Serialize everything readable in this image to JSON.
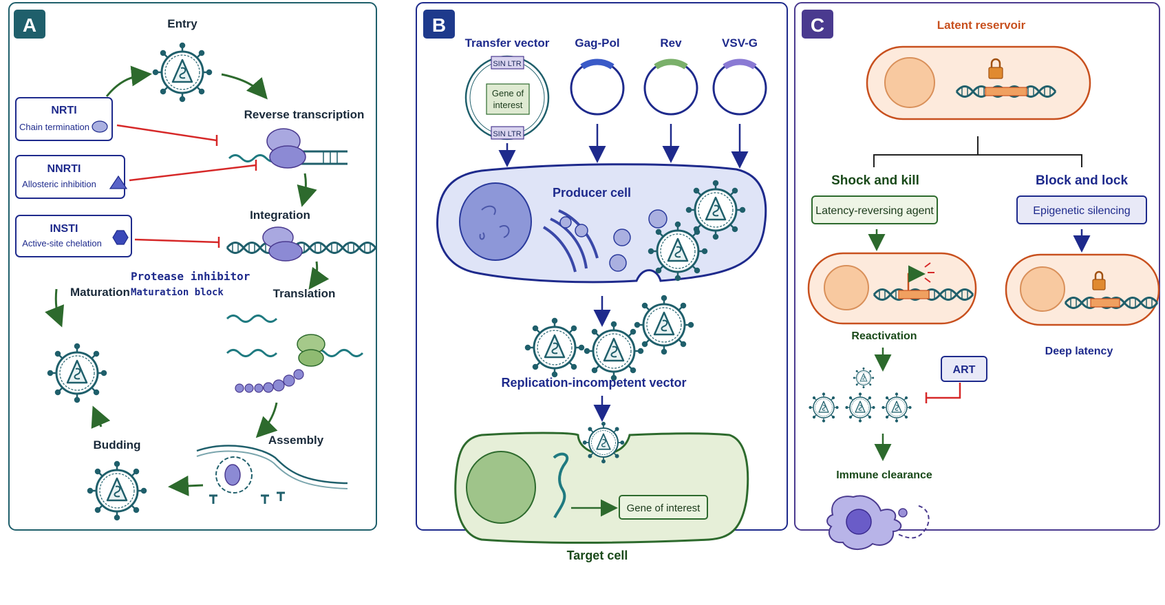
{
  "panel_a": {
    "letter": "A",
    "steps": {
      "entry": "Entry",
      "reverse_transcription": "Reverse transcription",
      "integration": "Integration",
      "translation": "Translation",
      "assembly": "Assembly",
      "budding": "Budding",
      "maturation": "Maturation"
    },
    "drugs": {
      "nrti_title": "NRTI",
      "nrti_sub": "Chain termination",
      "nnrti_title": "NNRTI",
      "nnrti_sub": "Allosteric inhibition",
      "insti_title": "INSTI",
      "insti_sub": "Active-site chelation",
      "pi_title": "Protease inhibitor",
      "pi_sub": "Maturation block"
    }
  },
  "panel_b": {
    "letter": "B",
    "plasmids": {
      "transfer": "Transfer vector",
      "gagpol": "Gag-Pol",
      "rev": "Rev",
      "vsvg": "VSV-G"
    },
    "ltr_top": "SIN LTR",
    "ltr_bottom": "SIN LTR",
    "goi_line1": "Gene of",
    "goi_line2": "interest",
    "producer": "Producer cell",
    "vector": "Replication-incompetent vector",
    "target_goi": "Gene of interest",
    "target": "Target cell"
  },
  "panel_c": {
    "letter": "C",
    "latent": "Latent reservoir",
    "shock": "Shock and kill",
    "block": "Block and lock",
    "lra": "Latency-reversing agent",
    "epi": "Epigenetic silencing",
    "reactivation": "Reactivation",
    "deep": "Deep latency",
    "art": "ART",
    "clearance": "Immune clearance"
  },
  "colors": {
    "teal": "#1f5f6b",
    "green": "#2d6a2d",
    "red": "#d62828",
    "navy": "#1e2a8c",
    "orange": "#c8501e",
    "purple": "#4a3a8f"
  }
}
